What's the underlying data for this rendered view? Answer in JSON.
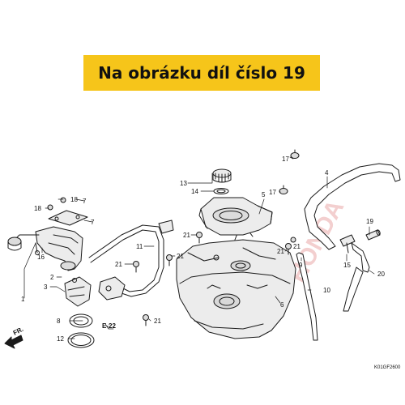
{
  "banner": {
    "text": "Na obrázku díl číslo 19"
  },
  "callouts": [
    "1",
    "2",
    "3",
    "4",
    "5",
    "6",
    "7",
    "7",
    "8",
    "9",
    "10",
    "11",
    "12",
    "13",
    "14",
    "15",
    "16",
    "17",
    "17",
    "18",
    "18",
    "19",
    "20",
    "21",
    "21",
    "21",
    "21",
    "21",
    "21"
  ],
  "reference_label": "E-22",
  "direction_label": "FR.",
  "diagram_code": "K01GF2600",
  "watermark_text": "HONDA",
  "colors": {
    "banner": "#f6c51a",
    "line": "#1a1a1a",
    "part_fill": "#ececec",
    "watermark": "#f3cfcf"
  }
}
